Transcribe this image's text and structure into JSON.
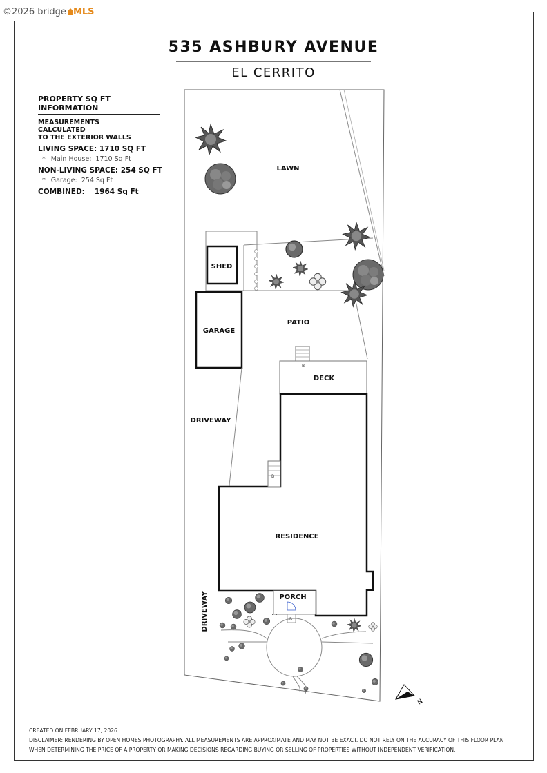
{
  "watermark": {
    "copyright": "©2026 bridge",
    "brand": "MLS"
  },
  "header": {
    "title": "535 ASHBURY AVENUE",
    "subtitle": "EL CERRITO"
  },
  "info": {
    "heading": "PROPERTY SQ FT INFORMATION",
    "note_line1": "MEASUREMENTS CALCULATED",
    "note_line2": "TO THE EXTERIOR WALLS",
    "living": "LIVING SPACE: 1710 SQ FT",
    "main_house_label": "Main House:",
    "main_house_value": "1710 Sq Ft",
    "non_living": "NON-LIVING SPACE: 254 SQ FT",
    "garage_label": "Garage:",
    "garage_value": "254 Sq Ft",
    "combined_label": "COMBINED:",
    "combined_value": "1964  Sq Ft",
    "bullet": "*"
  },
  "plan": {
    "labels": {
      "lawn": "LAWN",
      "shed": "SHED",
      "patio": "PATIO",
      "garage": "GARAGE",
      "deck": "DECK",
      "driveway": "DRIVEWAY",
      "residence": "RESIDENCE",
      "porch": "PORCH",
      "driveway_vertical": "DRIVEWAY"
    },
    "stair_marks": {
      "deck_stair": "B",
      "side_stair": "B",
      "porch_stair": "B"
    },
    "north_letter": "N"
  },
  "footer": {
    "created": "CREATED ON FEBRUARY 17, 2026",
    "disclaimer_line1": "DISCLAIMER: RENDERING BY OPEN HOMES PHOTOGRAPHY. ALL MEASUREMENTS ARE APPROXIMATE AND MAY NOT BE EXACT. DO NOT RELY ON THE ACCURACY OF THIS FLOOR PLAN",
    "disclaimer_line2": "WHEN DETERMINING THE PRICE OF A PROPERTY OR MAKING DECISIONS REGARDING BUYING OR SELLING OF PROPERTIES WITHOUT INDEPENDENT VERIFICATION."
  }
}
